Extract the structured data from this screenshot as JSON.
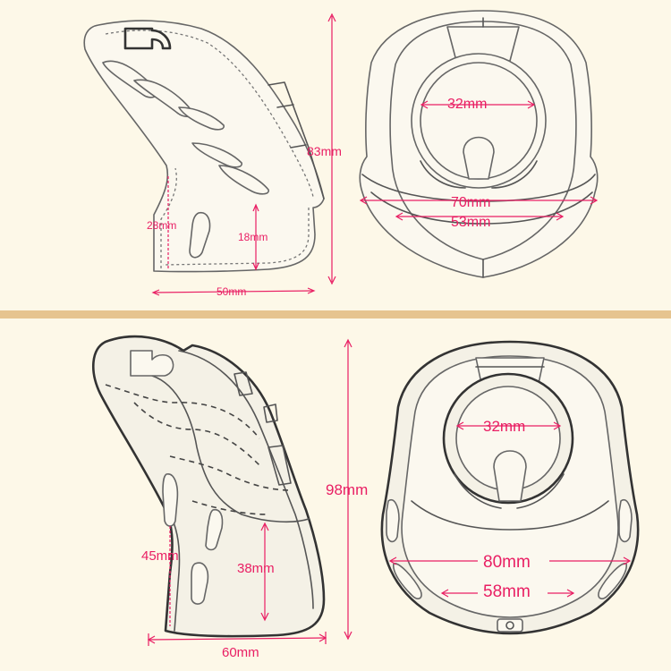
{
  "colors": {
    "background": "#fdf8e8",
    "divider": "#e6c48f",
    "dimension": "#e91e63",
    "outline": "#444444"
  },
  "top_panel": {
    "side_view": {
      "height_label": "83mm",
      "base_depth_label": "28mm",
      "inner_depth_label": "18mm",
      "width_label": "50mm"
    },
    "front_view": {
      "ring_label": "32mm",
      "outer_width_label": "70mm",
      "inner_width_label": "53mm"
    }
  },
  "bottom_panel": {
    "side_view": {
      "height_label": "98mm",
      "base_depth_label": "45mm",
      "inner_depth_label": "38mm",
      "width_label": "60mm"
    },
    "front_view": {
      "ring_label": "32mm",
      "outer_width_label": "80mm",
      "inner_width_label": "58mm"
    }
  }
}
